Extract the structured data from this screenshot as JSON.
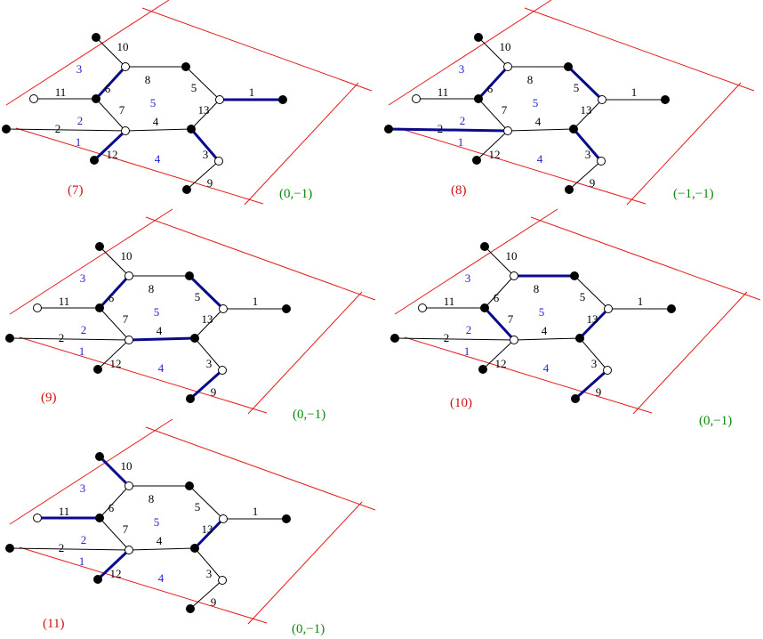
{
  "panels": [
    {
      "label": "(7)",
      "shift": "(0,−1)",
      "edge_labels": [
        "1",
        "2",
        "3",
        "4",
        "5",
        "6",
        "7",
        "8",
        "9",
        "10",
        "11",
        "12",
        "13"
      ],
      "face_labels": [
        "1",
        "2",
        "3",
        "4",
        "5"
      ],
      "matched_edges": [
        "e1",
        "e3",
        "e6",
        "e12"
      ]
    },
    {
      "label": "(8)",
      "shift": "(−1,−1)",
      "edge_labels": [
        "1",
        "2",
        "3",
        "4",
        "5",
        "6",
        "7",
        "8",
        "9",
        "10",
        "11",
        "12",
        "13"
      ],
      "face_labels": [
        "1",
        "2",
        "3",
        "4",
        "5"
      ],
      "matched_edges": [
        "e2",
        "e3",
        "e5",
        "e6"
      ]
    },
    {
      "label": "(9)",
      "shift": "(0,−1)",
      "edge_labels": [
        "1",
        "2",
        "3",
        "4",
        "5",
        "6",
        "7",
        "8",
        "9",
        "10",
        "11",
        "12",
        "13"
      ],
      "face_labels": [
        "1",
        "2",
        "3",
        "4",
        "5"
      ],
      "matched_edges": [
        "e4",
        "e5",
        "e6",
        "e9"
      ]
    },
    {
      "label": "(10)",
      "shift": "(0,−1)",
      "edge_labels": [
        "1",
        "2",
        "3",
        "4",
        "5",
        "6",
        "7",
        "8",
        "9",
        "10",
        "11",
        "12",
        "13"
      ],
      "face_labels": [
        "1",
        "2",
        "3",
        "4",
        "5"
      ],
      "matched_edges": [
        "e7",
        "e8",
        "e9",
        "e13"
      ]
    },
    {
      "label": "(11)",
      "shift": "(0,−1)",
      "edge_labels": [
        "1",
        "2",
        "3",
        "4",
        "5",
        "6",
        "7",
        "8",
        "9",
        "10",
        "11",
        "12",
        "13"
      ],
      "face_labels": [
        "1",
        "2",
        "3",
        "4",
        "5"
      ],
      "matched_edges": [
        "e10",
        "e11",
        "e12",
        "e13"
      ]
    }
  ]
}
